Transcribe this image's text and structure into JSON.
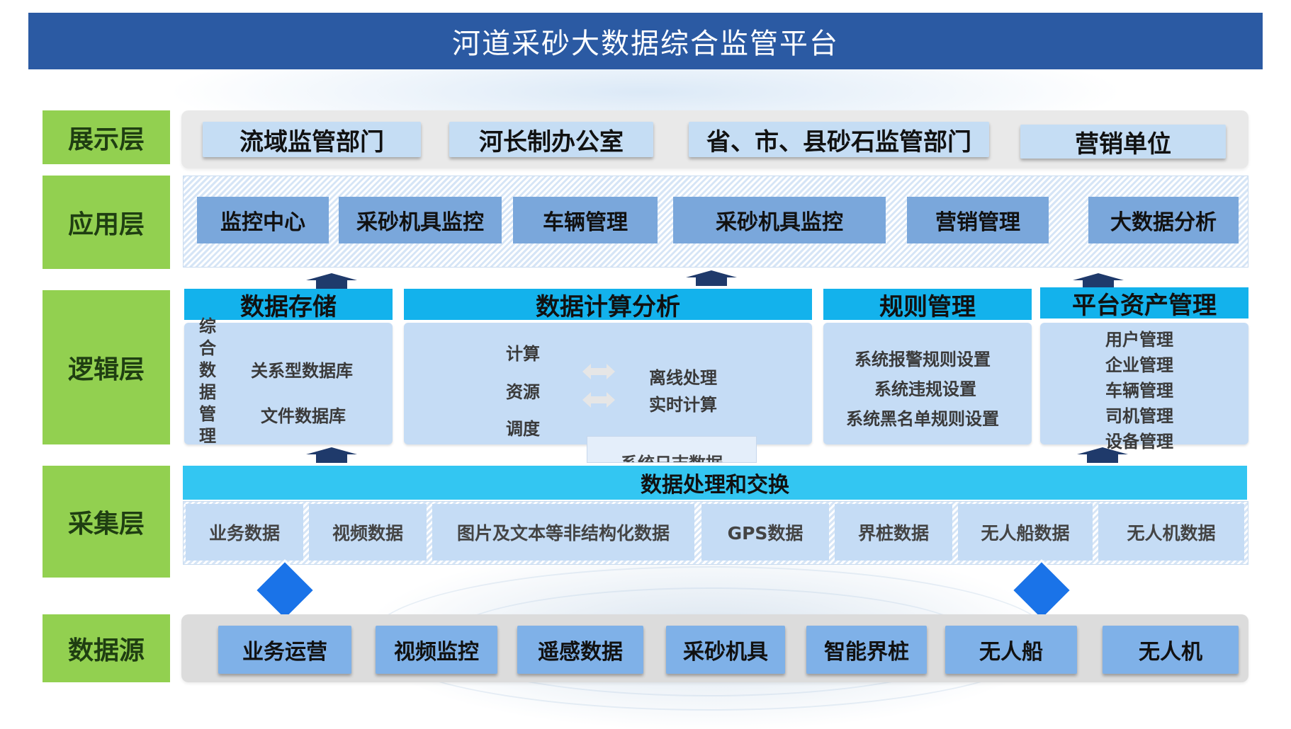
{
  "title": "河道采砂大数据综合监管平台",
  "layers": {
    "display": "展示层",
    "application": "应用层",
    "logic": "逻辑层",
    "collection": "采集层",
    "source": "数据源"
  },
  "display_items": [
    "流域监管部门",
    "河长制办公室",
    "省、市、县砂石监管部门",
    "营销单位"
  ],
  "app_items": [
    "监控中心",
    "采砂机具监控",
    "车辆管理",
    "采砂机具监控",
    "营销管理",
    "大数据分析"
  ],
  "logic": {
    "storage": {
      "title": "数据存储",
      "vertical_label": "综合数据管理",
      "items": [
        "关系型数据库",
        "文件数据库"
      ]
    },
    "compute": {
      "title": "数据计算分析",
      "left": [
        "计算",
        "资源",
        "调度"
      ],
      "right": [
        "离线处理",
        "实时计算"
      ],
      "log": "系统日志数据"
    },
    "rules": {
      "title": "规则管理",
      "items": [
        "系统报警规则设置",
        "系统违规设置",
        "系统黑名单规则设置"
      ]
    },
    "assets": {
      "title": "平台资产管理",
      "items": [
        "用户管理",
        "企业管理",
        "车辆管理",
        "司机管理",
        "设备管理"
      ]
    }
  },
  "collection": {
    "header": "数据处理和交换",
    "items": [
      "业务数据",
      "视频数据",
      "图片及文本等非结构化数据",
      "GPS数据",
      "界桩数据",
      "无人船数据",
      "无人机数据"
    ]
  },
  "source_items": [
    "业务运营",
    "视频监控",
    "遥感数据",
    "采砂机具",
    "智能界桩",
    "无人船",
    "无人机"
  ],
  "colors": {
    "header_bg": "#2b5aa3",
    "layer_label": "#92d050",
    "cyan_head": "#13b2ec",
    "app_box": "#7aa7db",
    "arrow": "#1f3a6b",
    "diamond": "#1a73e8"
  }
}
